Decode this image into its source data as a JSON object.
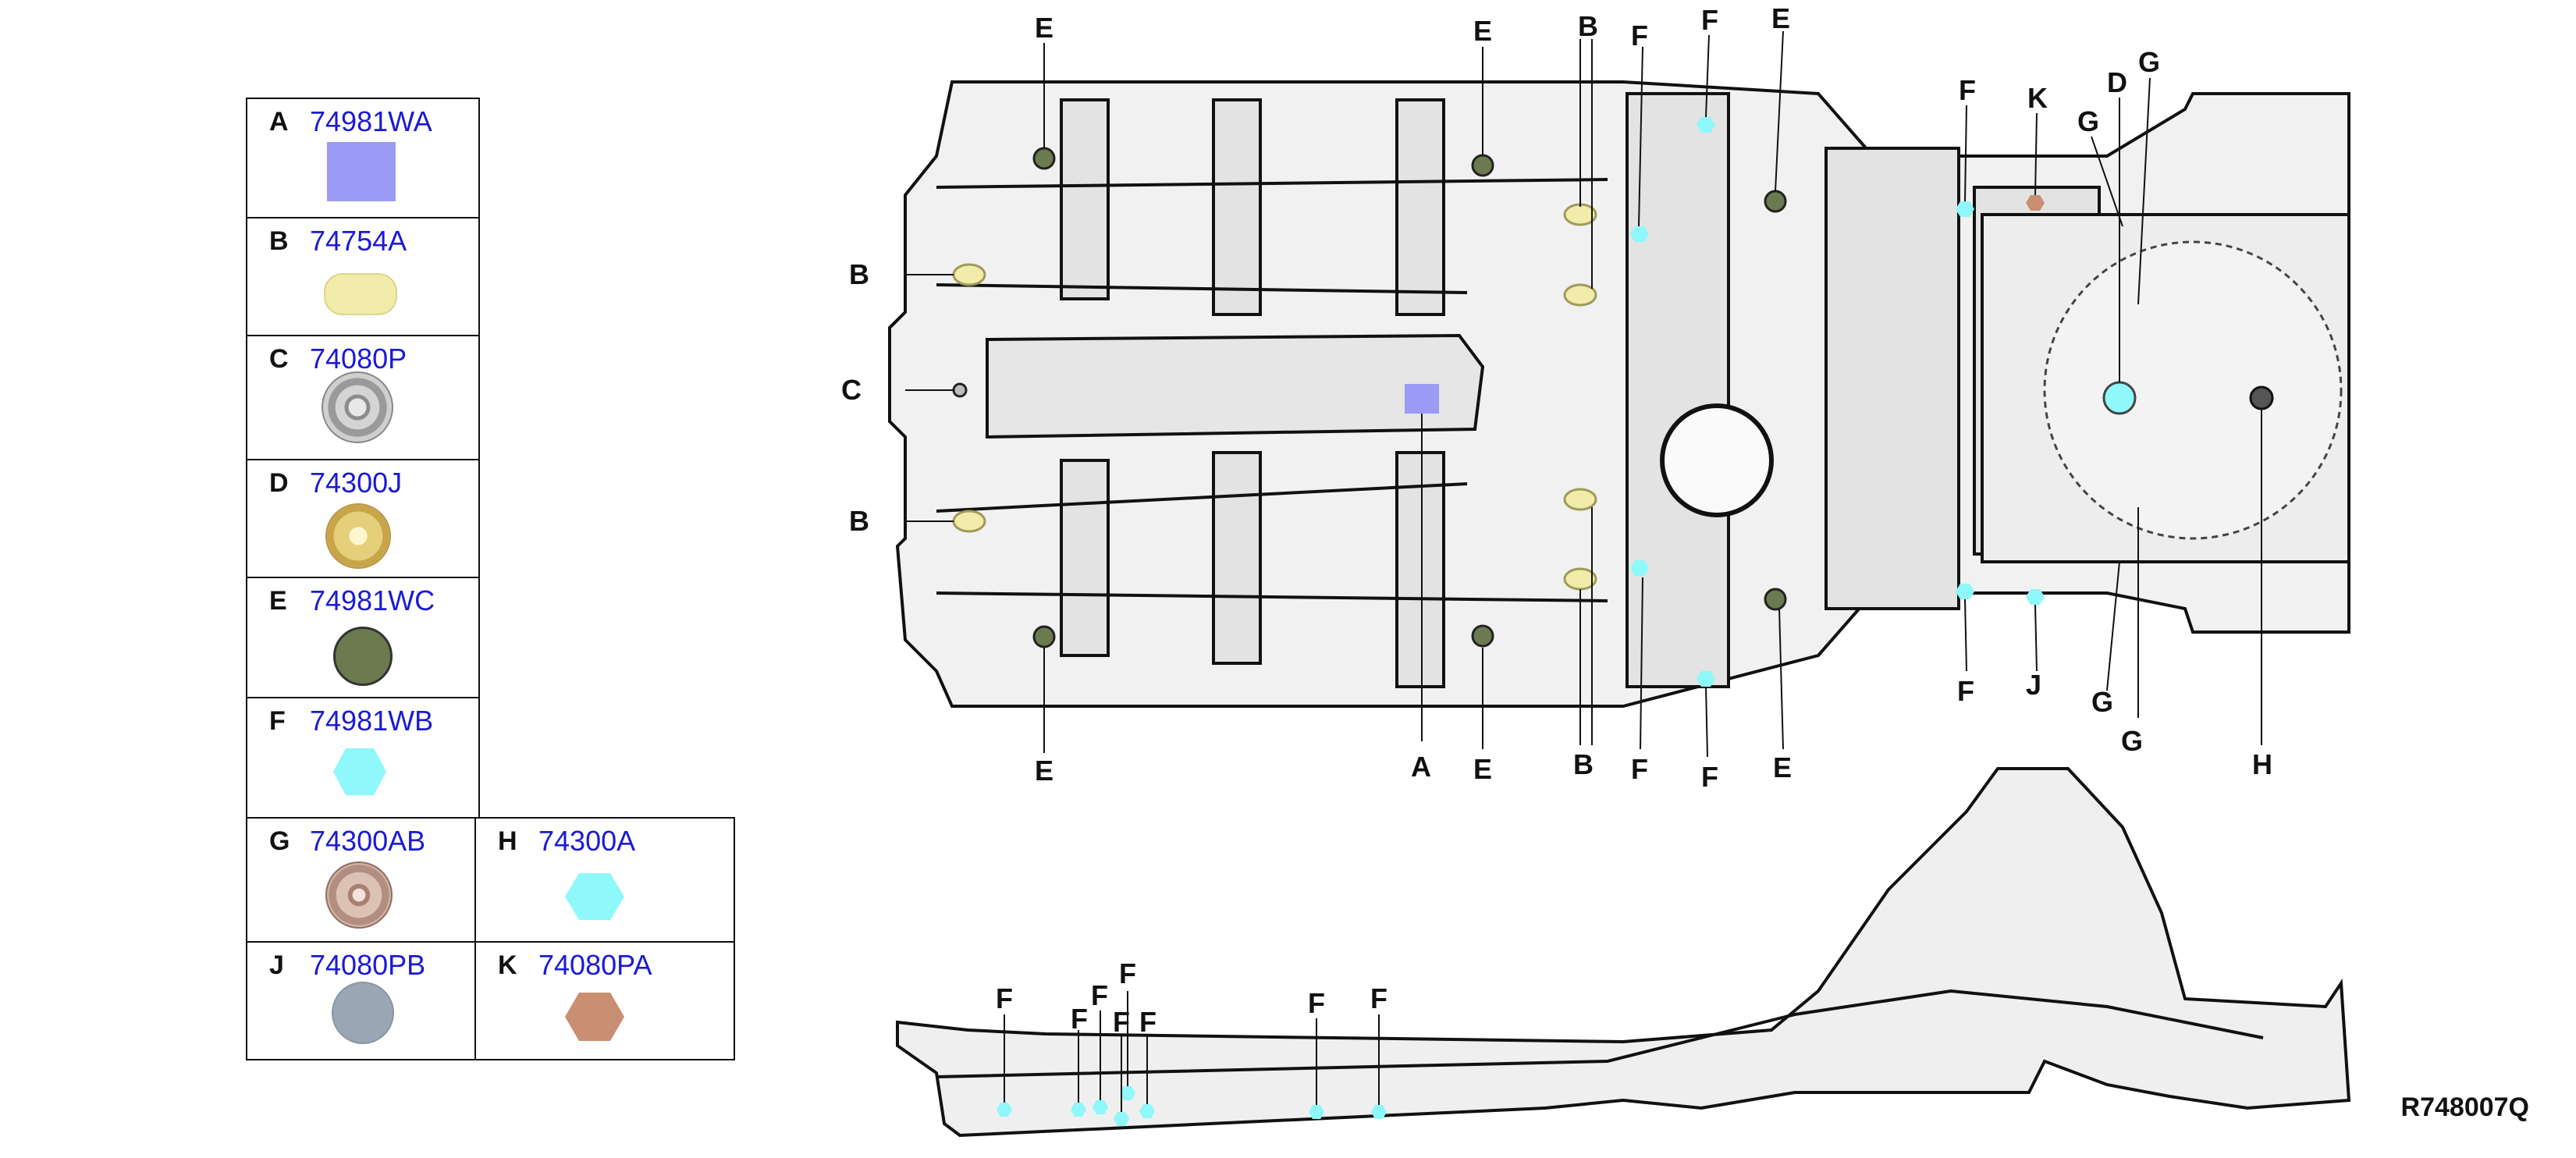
{
  "legend": [
    {
      "letter": "A",
      "part": "74981WA",
      "shape": "square",
      "color": "#9b9bf5"
    },
    {
      "letter": "B",
      "part": "74754A",
      "shape": "oval",
      "color": "#f2ecaa"
    },
    {
      "letter": "C",
      "part": "74080P",
      "shape": "disc",
      "color": "#bdbdbd"
    },
    {
      "letter": "D",
      "part": "74300J",
      "shape": "disc",
      "color": "#eed98a"
    },
    {
      "letter": "E",
      "part": "74981WC",
      "shape": "circle",
      "color": "#6b7a4f"
    },
    {
      "letter": "F",
      "part": "74981WB",
      "shape": "hexagon",
      "color": "#8ef8fb"
    },
    {
      "letter": "G",
      "part": "74300AB",
      "shape": "disc",
      "color": "#c9a89a"
    },
    {
      "letter": "H",
      "part": "74300A",
      "shape": "circle",
      "color": "#9aa6b3"
    },
    {
      "letter": "J",
      "part": "74080PB",
      "shape": "hexagon",
      "color": "#8ef8fb"
    },
    {
      "letter": "K",
      "part": "74080PA",
      "shape": "hexagon",
      "color": "#c98f72"
    }
  ],
  "callouts": {
    "top_floor": [
      "E",
      "E",
      "B",
      "F",
      "F",
      "E",
      "F",
      "K",
      "D",
      "G",
      "G",
      "B",
      "C",
      "B",
      "E",
      "A",
      "E",
      "B",
      "F",
      "F",
      "E",
      "F",
      "J",
      "G",
      "G",
      "H"
    ],
    "side_view": [
      "F",
      "F",
      "F",
      "F",
      "F",
      "F",
      "F",
      "F"
    ]
  },
  "reference_code": "R748007Q"
}
